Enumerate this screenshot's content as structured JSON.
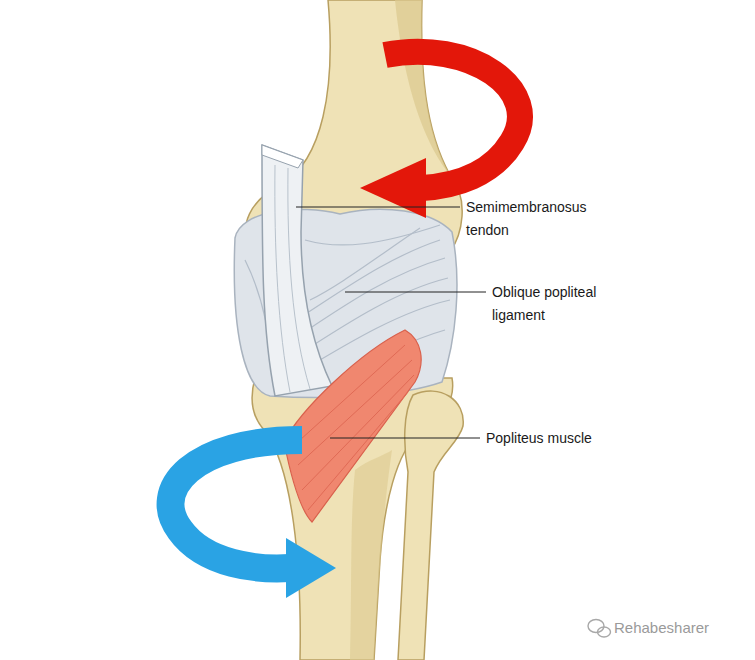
{
  "diagram": {
    "labels": [
      "Semimembranosus tendon",
      "Oblique popliteal ligament",
      "Popliteus muscle",
      "Rehabesharer"
    ]
  }
}
